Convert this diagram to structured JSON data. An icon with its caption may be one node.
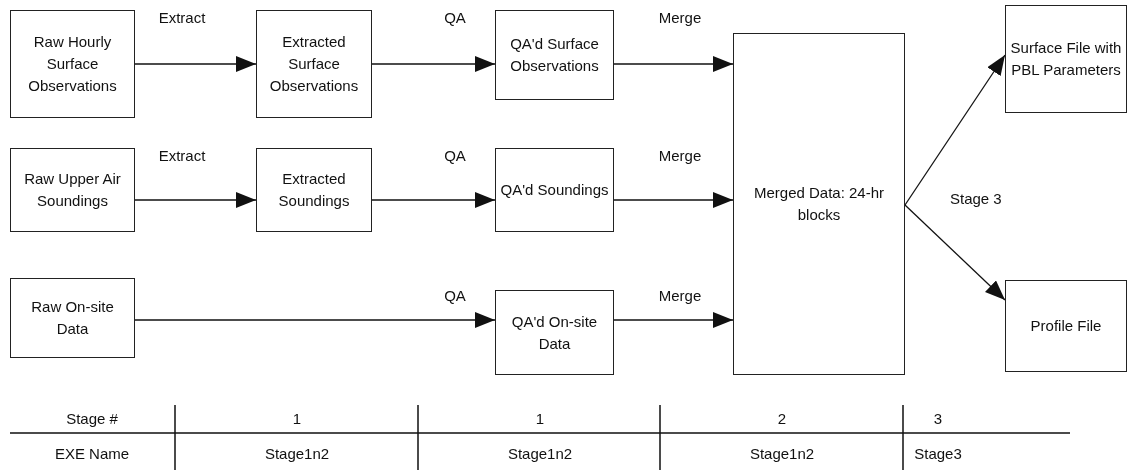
{
  "diagram": {
    "nodes": [
      {
        "text": [
          "Raw Hourly Surface Observations"
        ]
      },
      {
        "text": [
          "Extracted Surface Observations"
        ]
      },
      {
        "text": [
          "QA'd Surface Observations"
        ]
      },
      {
        "text": [
          "Raw Upper Air Soundings"
        ]
      },
      {
        "text": [
          "Extracted Soundings"
        ]
      },
      {
        "text": [
          "QA'd Soundings"
        ]
      },
      {
        "text": [
          "Raw On-site Data"
        ]
      },
      {
        "text": [
          "QA'd On-site Data"
        ]
      },
      {
        "text": [
          "Merged Data: 24-hr blocks"
        ]
      },
      {
        "text": [
          "Surface File with PBL Parameters"
        ]
      },
      {
        "text": [
          "Profile File"
        ]
      }
    ],
    "edges": [
      {
        "from": 0,
        "to": 1,
        "arrow": "to",
        "label": "Extract"
      },
      {
        "from": 1,
        "to": 2,
        "arrow": "to",
        "label": "QA"
      },
      {
        "from": 2,
        "to": 8,
        "arrow": "to",
        "label": "Merge"
      },
      {
        "from": 3,
        "to": 4,
        "arrow": "to",
        "label": "Extract"
      },
      {
        "from": 4,
        "to": 5,
        "arrow": "to",
        "label": "QA"
      },
      {
        "from": 5,
        "to": 8,
        "arrow": "to",
        "label": "Merge"
      },
      {
        "from": 6,
        "to": 7,
        "arrow": "to",
        "label": "QA"
      },
      {
        "from": 7,
        "to": 8,
        "arrow": "to",
        "label": "Merge"
      },
      {
        "from": 8,
        "to": 9,
        "arrow": "to"
      },
      {
        "from": 8,
        "to": 10,
        "arrow": "to"
      }
    ],
    "labels": [
      "Stage 3",
      "Stage #",
      "1",
      "1",
      "2",
      "3",
      "EXE Name",
      "Stage1n2",
      "Stage1n2",
      "Stage1n2",
      "Stage3"
    ]
  }
}
